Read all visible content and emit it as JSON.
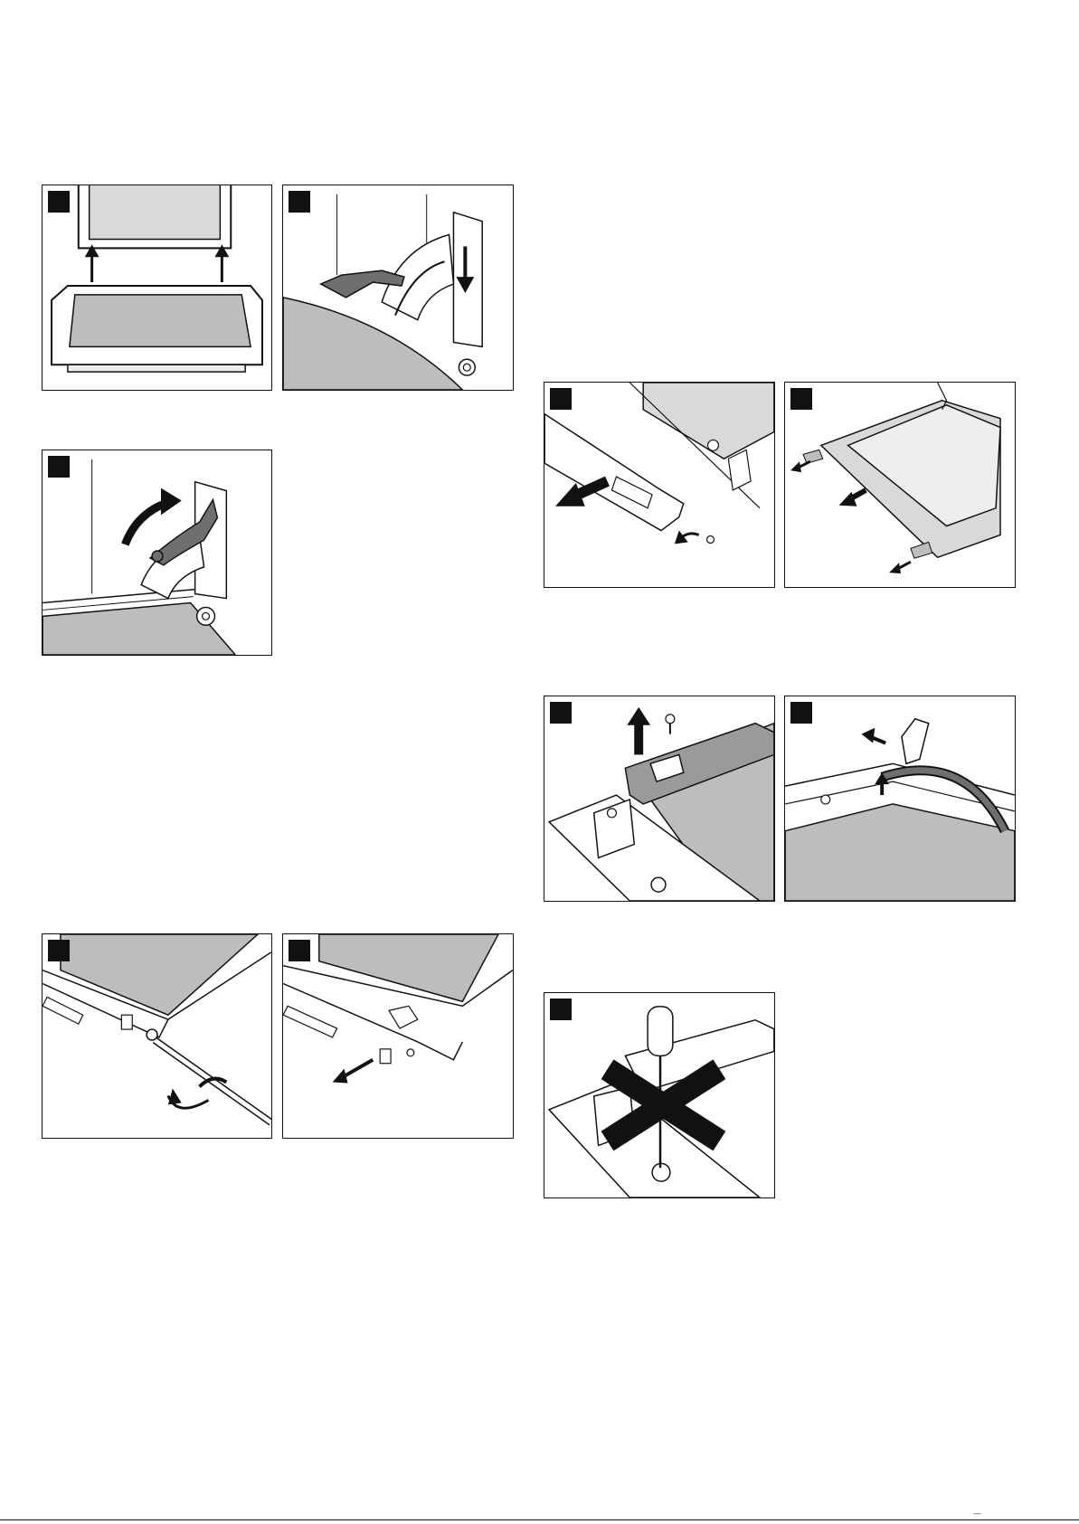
{
  "page": {
    "corner_mark": "—"
  },
  "figures": [
    {
      "id": "door-lift-off",
      "badge": ""
    },
    {
      "id": "hinge-lever-down",
      "badge": ""
    },
    {
      "id": "hinge-lever-flip",
      "badge": ""
    },
    {
      "id": "door-strip-screw-left",
      "badge": ""
    },
    {
      "id": "door-strip-remove-left",
      "badge": ""
    },
    {
      "id": "door-cover-slide-out",
      "badge": ""
    },
    {
      "id": "door-pane-remove",
      "badge": ""
    },
    {
      "id": "clamp-unscrew",
      "badge": ""
    },
    {
      "id": "seal-remove",
      "badge": ""
    },
    {
      "id": "do-not-unscrew",
      "badge": ""
    }
  ],
  "colors": {
    "line": "#111111",
    "grey": "#b3b3b3",
    "dark_grey": "#6f6f6f",
    "light_grey": "#d9d9d9"
  }
}
